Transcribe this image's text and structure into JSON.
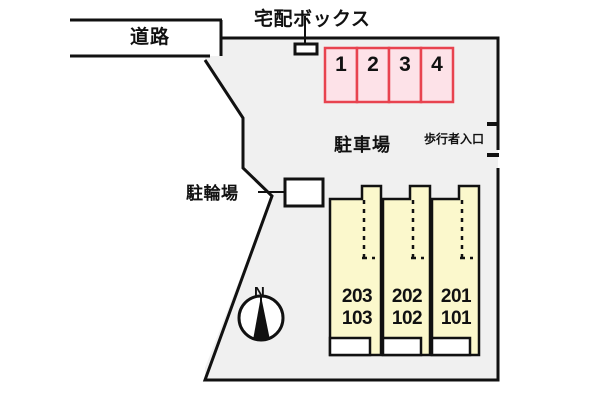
{
  "plan": {
    "title_labels": {
      "road": "道路",
      "delivery_box": "宅配ボックス",
      "parking_lot": "駐車場",
      "pedestrian_entrance": "歩行者入口",
      "bicycle_parking": "駐輪場",
      "north": "N"
    },
    "colors": {
      "site_fill": "#f0f0f0",
      "stroke": "#111111",
      "stall_fill": "#fde2e8",
      "stall_stroke": "#e8434f",
      "building_fill": "#fbf8cc",
      "building_stroke": "#111111",
      "white": "#ffffff"
    },
    "parking_stalls": [
      {
        "label": "1"
      },
      {
        "label": "2"
      },
      {
        "label": "3"
      },
      {
        "label": "4"
      }
    ],
    "building_units": [
      {
        "upper": "203",
        "lower": "103"
      },
      {
        "upper": "202",
        "lower": "102"
      },
      {
        "upper": "201",
        "lower": "101"
      }
    ]
  }
}
